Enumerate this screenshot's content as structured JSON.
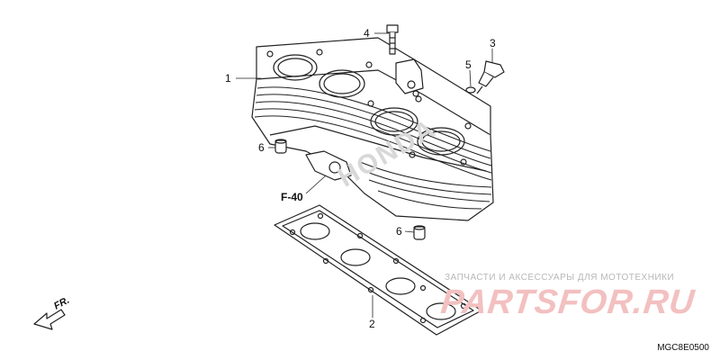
{
  "parts": [
    {
      "callout": "1",
      "name": "cylinder"
    },
    {
      "callout": "2",
      "name": "cylinder-gasket"
    },
    {
      "callout": "3",
      "name": "water-temperature-sensor"
    },
    {
      "callout": "4",
      "name": "stud-bolt"
    },
    {
      "callout": "5",
      "name": "sealing-washer"
    },
    {
      "callout": "6",
      "name": "dowel-pin"
    }
  ],
  "labels": {
    "c1": "1",
    "c2": "2",
    "c3": "3",
    "c4": "4",
    "c5": "5",
    "c6a": "6",
    "c6b": "6",
    "reference": "F-40",
    "direction": "FR.",
    "code": "MGC8E0500"
  },
  "watermark": {
    "tagline": "ЗАПЧАСТИ И АКСЕССУАРЫ ДЛЯ МОТОТЕХНИКИ",
    "logo": "PARTSFOR.RU",
    "brand": "HONDA"
  },
  "colors": {
    "line": "#222222",
    "logo": "#f3c0c0",
    "watermark_gray": "#d8d8d8"
  }
}
